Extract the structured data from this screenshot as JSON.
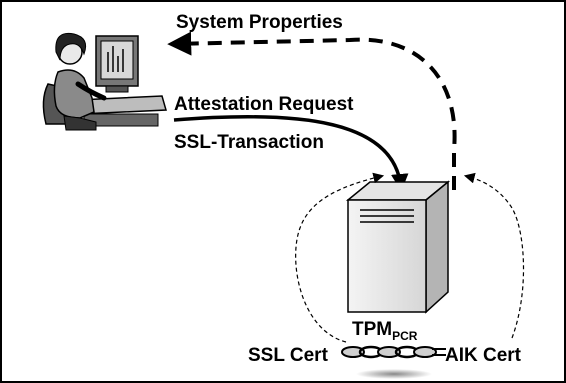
{
  "diagram": {
    "arrows": {
      "system_properties": "System Properties",
      "attestation_request": "Attestation Request",
      "ssl_transaction": "SSL-Transaction"
    },
    "tpm": {
      "label": "TPM",
      "subscript": "PCR"
    },
    "certs": {
      "ssl": "SSL Cert",
      "aik": "AIK Cert"
    }
  }
}
